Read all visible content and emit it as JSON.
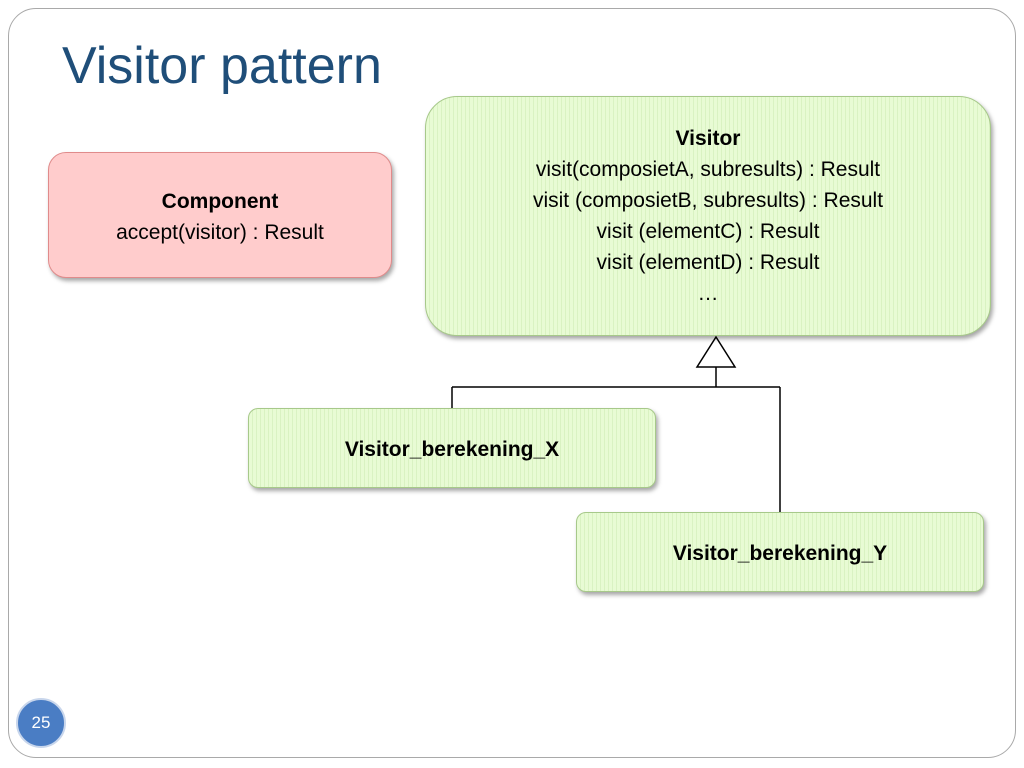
{
  "title": "Visitor pattern",
  "component": {
    "name": "Component",
    "methods": [
      "accept(visitor)  :  Result"
    ]
  },
  "visitor": {
    "name": "Visitor",
    "methods": [
      "visit(composietA, subresults) : Result",
      "visit (composietB, subresults) : Result",
      "visit (elementC) : Result",
      "visit (elementD) : Result",
      "…"
    ]
  },
  "subclasses": [
    "Visitor_berekening_X",
    "Visitor_berekening_Y"
  ],
  "page_number": "25",
  "colors": {
    "title": "#1f4e79",
    "green_fill": "#e8fbd4",
    "pink_fill": "#ffcccc",
    "page_badge": "#4a7dc4"
  }
}
